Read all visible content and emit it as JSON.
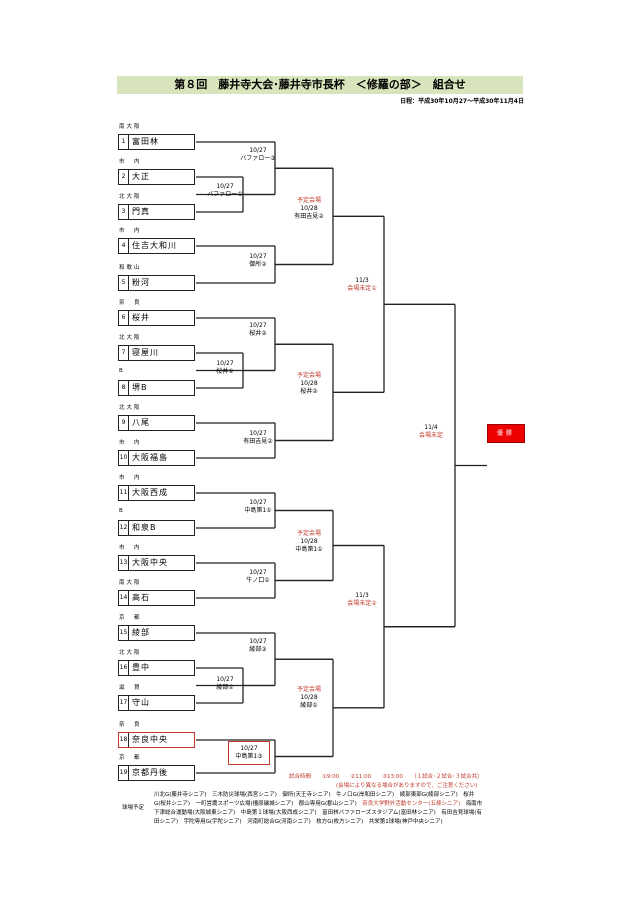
{
  "title": "第８回　藤井寺大会･藤井寺市長杯　＜修羅の部＞　組合せ",
  "dates": "日程：平成30年10月27～平成30年11月4日",
  "teams": [
    {
      "n": "1",
      "region": "南大阪",
      "name": "富田林"
    },
    {
      "n": "2",
      "region": "市　内",
      "name": "大正"
    },
    {
      "n": "3",
      "region": "北大阪",
      "name": "門真"
    },
    {
      "n": "4",
      "region": "市　内",
      "name": "住吉大和川"
    },
    {
      "n": "5",
      "region": "和歌山",
      "name": "粉河"
    },
    {
      "n": "6",
      "region": "奈　良",
      "name": "桜井"
    },
    {
      "n": "7",
      "region": "北大阪",
      "name": "寝屋川"
    },
    {
      "n": "8",
      "region": "B",
      "name": "堺B"
    },
    {
      "n": "9",
      "region": "北大阪",
      "name": "八尾"
    },
    {
      "n": "10",
      "region": "市　内",
      "name": "大阪福島"
    },
    {
      "n": "11",
      "region": "市　内",
      "name": "大阪西成"
    },
    {
      "n": "12",
      "region": "B",
      "name": "和泉B"
    },
    {
      "n": "13",
      "region": "市　内",
      "name": "大阪中央"
    },
    {
      "n": "14",
      "region": "南大阪",
      "name": "高石"
    },
    {
      "n": "15",
      "region": "京　都",
      "name": "綾部"
    },
    {
      "n": "16",
      "region": "北大阪",
      "name": "豊中"
    },
    {
      "n": "17",
      "region": "滋　賀",
      "name": "守山"
    },
    {
      "n": "18",
      "region": "奈　良",
      "name": "奈良中央"
    },
    {
      "n": "19",
      "region": "京　都",
      "name": "京都丹後"
    }
  ],
  "matches": [
    {
      "date": "10/27",
      "venue": "バファロー③"
    },
    {
      "date": "10/27",
      "venue": "バファロー①"
    },
    {
      "date": "10/27",
      "venue": "御所②"
    },
    {
      "date": "10/27",
      "venue": "桜井②"
    },
    {
      "date": "10/27",
      "venue": "桜井①"
    },
    {
      "date": "10/27",
      "venue": "有田吉見②"
    },
    {
      "date": "10/27",
      "venue": "中島第1①"
    },
    {
      "date": "10/27",
      "venue": "牛ノ口①"
    },
    {
      "date": "10/27",
      "venue": "綾部③"
    },
    {
      "date": "10/27",
      "venue": "綾部①"
    },
    {
      "date": "10/27",
      "venue": "中島第1③"
    }
  ],
  "qf": [
    {
      "tag": "予定会場",
      "date": "10/28",
      "venue": "有田吉見②"
    },
    {
      "tag": "予定会場",
      "date": "10/28",
      "venue": "桜井②"
    },
    {
      "tag": "予定会場",
      "date": "10/28",
      "venue": "中島第1①"
    },
    {
      "tag": "予定会場",
      "date": "10/28",
      "venue": "綾部①"
    }
  ],
  "sf": [
    {
      "date": "11/3",
      "venue": "会場未定①"
    },
    {
      "date": "11/3",
      "venue": "会場未定②"
    }
  ],
  "final": {
    "date": "11/4",
    "venue": "会場未定"
  },
  "champion": "優勝",
  "footer": {
    "times": "試合時間　　①9:00　　②11:00　　③13:00　　（１試合･２試合･３試合共）",
    "note": "(会場により異なる場合がありますので、ご注意ください)",
    "label": "球場予定",
    "v1": "川北G(藤井寺シニア)　三木防災球場(西宮シニア)　御所(天王寺シニア)　牛ノ口G(岸和田シニア)　綾部東部G(綾部シニア)　桜井",
    "v2a": "G(桜井シニア)　一町営農スポーツ広場(橿原磯城シニア)　郡山専用G(郡山シニア)　",
    "v2red": "奈良大学野外活動センター(五條シニア)",
    "v2b": "　海南市",
    "v3": "下津総合運動場(大阪城東シニア)　中島第１球場(大阪西成シニア)　富田林バファローズスタジアム(富田林シニア)　有田吉見球場(有",
    "v4": "田シニア)　宇陀専用G(宇陀シニア)　河南町総合G(河南シニア)　枚方G(枚方シニア)　共栄第1球場(神戸中央シニア)"
  },
  "colors": {
    "accent": "#c0392b",
    "title_bg": "#d8e4bc",
    "champion": "#ee0000"
  }
}
